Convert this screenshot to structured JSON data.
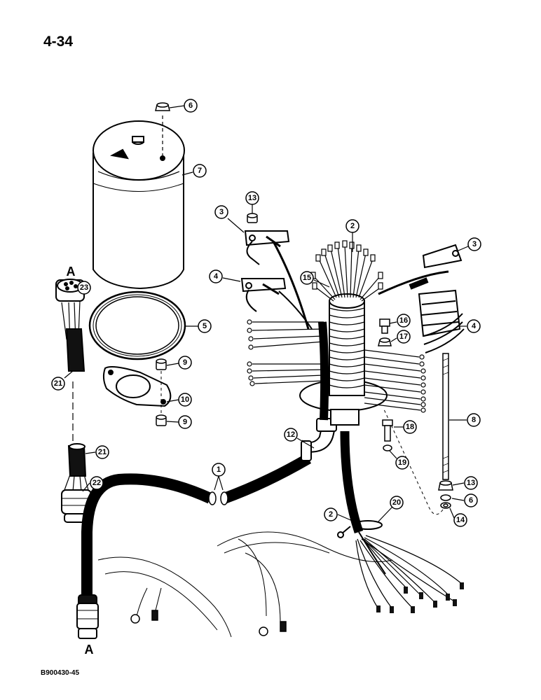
{
  "page": {
    "page_number": "4-34",
    "figure_code": "B900430-45"
  },
  "view_letters": [
    "A",
    "A"
  ],
  "callouts": [
    "6",
    "7",
    "13",
    "3",
    "2",
    "3",
    "4",
    "15",
    "16",
    "4",
    "23",
    "17",
    "5",
    "9",
    "21",
    "10",
    "9",
    "8",
    "18",
    "12",
    "21",
    "1",
    "19",
    "13",
    "22",
    "6",
    "2",
    "20",
    "14"
  ],
  "colors": {
    "ink": "#000000",
    "background": "#ffffff"
  }
}
